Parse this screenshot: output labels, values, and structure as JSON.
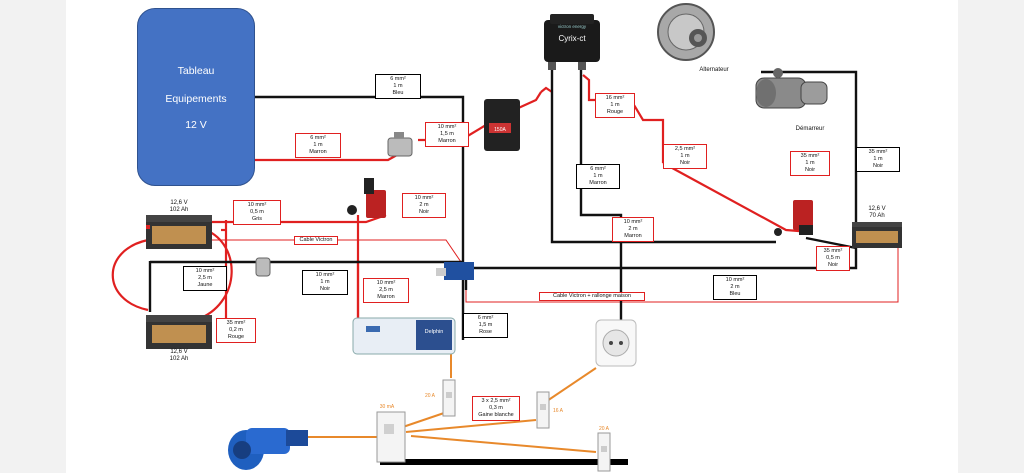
{
  "panel": {
    "line1": "Tableau",
    "line2": "Equipements",
    "line3": "12 V"
  },
  "batteries": {
    "left_top": "12,6 V\n102 Ah",
    "left_bottom": "12,6 V\n102 Ah",
    "right": "12,6 V\n70 Ah"
  },
  "components": {
    "alternator": "Alternateur",
    "starter": "Démarreur",
    "cyrix_brand": "victron energy",
    "cyrix_name": "Cyrix-ct",
    "fuse_rating": "150A",
    "inverter_brand": "Delphin",
    "breaker_30ma": "30 mA",
    "breaker_a": "20 A",
    "breaker_b": "16 A",
    "breaker_c": "20 A"
  },
  "cables": {
    "c_6_1_bleu": "6 mm²\n1 m\nBleu",
    "c_6_1_marron": "6 mm²\n1 m\nMarron",
    "c_10_15_marron": "10 mm²\n1,5 m\nMarron",
    "c_16_1_rouge": "16 mm²\n1 m\nRouge",
    "c_25_1_noir": "2,5 mm²\n1 m\nNoir",
    "c_35_1_noir_a": "35 mm²\n1 m\nNoir",
    "c_35_1_noir_b": "35 mm²\n1 m\nNoir",
    "c_10_05_gris": "10 mm²\n0,5 m\nGris",
    "c_10_2_noir": "10 mm²\n2 m\nNoir",
    "c_6_1_marron_b": "6 mm²\n1 m\nMarron",
    "c_10_2_marron": "10 mm²\n2 m\nMarron",
    "cable_victron": "Cable Victron",
    "c_10_25_jaune": "10 mm²\n2,5 m\nJaune",
    "c_10_1_noir": "10 mm²\n1 m\nNoir",
    "c_10_25_marron": "10 mm²\n2,5 m\nMarron",
    "c_10_2_bleu": "10 mm²\n2 m\nBleu",
    "cable_victron_rallonge": "Cable Victron + rallonge maison",
    "c_35_05_noir": "35 mm²\n0,5 m\nNoir",
    "c_35_02_rouge": "35 mm²\n0,2 m\nRouge",
    "c_6_15_rose": "6 mm²\n1,5 m\nRose",
    "c_3x25_gaine": "3 x 2,5 mm²\n0,3 m\nGaine blanche"
  }
}
